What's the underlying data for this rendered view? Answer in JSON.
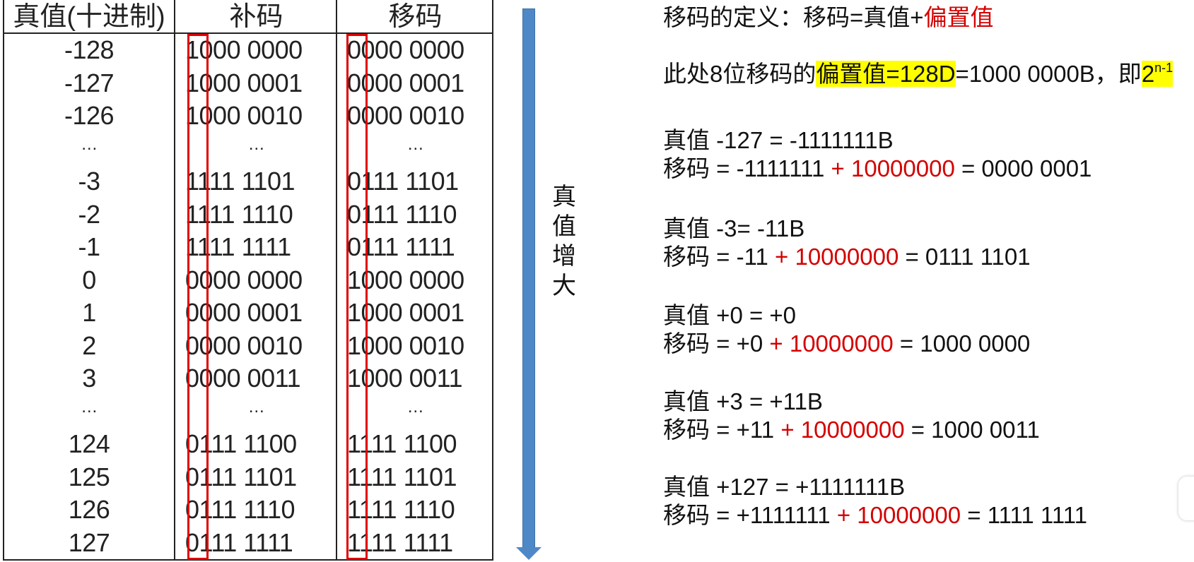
{
  "table": {
    "headers": [
      "真值(十进制)",
      "补码",
      "移码"
    ],
    "rows": [
      {
        "value": "-128",
        "complement": "1000 0000",
        "biased": "0000 0000"
      },
      {
        "value": "-127",
        "complement": "1000 0001",
        "biased": "0000 0001"
      },
      {
        "value": "-126",
        "complement": "1000 0010",
        "biased": "0000 0010"
      },
      {
        "value": "…",
        "complement": "…",
        "biased": "…"
      },
      {
        "value": "-3",
        "complement": "1111 1101",
        "biased": "0111 1101"
      },
      {
        "value": "-2",
        "complement": "1111 1110",
        "biased": "0111 1110"
      },
      {
        "value": "-1",
        "complement": "1111 1111",
        "biased": "0111 1111"
      },
      {
        "value": "0",
        "complement": "0000 0000",
        "biased": "1000 0000"
      },
      {
        "value": "1",
        "complement": "0000 0001",
        "biased": "1000 0001"
      },
      {
        "value": "2",
        "complement": "0000 0010",
        "biased": "1000 0010"
      },
      {
        "value": "3",
        "complement": "0000 0011",
        "biased": "1000 0011"
      },
      {
        "value": "…",
        "complement": "…",
        "biased": "…"
      },
      {
        "value": "124",
        "complement": "0111 1100",
        "biased": "1111 1100"
      },
      {
        "value": "125",
        "complement": "0111 1101",
        "biased": "1111 1101"
      },
      {
        "value": "126",
        "complement": "0111 1110",
        "biased": "1111 1110"
      },
      {
        "value": "127",
        "complement": "0111 1111",
        "biased": "1111 1111"
      }
    ]
  },
  "arrow": {
    "label_chars": [
      "真",
      "值",
      "增",
      "大"
    ],
    "color": "#4f88c6"
  },
  "notes": {
    "definition": {
      "prefix": "移码的定义：移码=真值+",
      "highlight": "偏置值"
    },
    "bias": {
      "prefix": "此处8位移码的",
      "highlight": "偏置值=128D",
      "middle": "=1000 0000B，即",
      "power_base": "2",
      "power_exp": "n-1"
    },
    "examples": [
      {
        "true_line": "真值 -127 = -1111111B",
        "code_prefix": "移码 = -1111111 ",
        "plus": "+ 10000000",
        "code_suffix": " = 0000 0001"
      },
      {
        "true_line": "真值 -3= -11B",
        "code_prefix": "移码 = -11 ",
        "plus": "+ 10000000",
        "code_suffix": " = 0111 1101"
      },
      {
        "true_line": "真值 +0 = +0",
        "code_prefix": "移码 = +0 ",
        "plus": "+ 10000000",
        "code_suffix": " = 1000 0000"
      },
      {
        "true_line": "真值 +3 = +11B",
        "code_prefix": "移码 = +11 ",
        "plus": "+ 10000000",
        "code_suffix": " = 1000 0011"
      },
      {
        "true_line": "真值 +127 = +1111111B",
        "code_prefix": "移码 = +1111111 ",
        "plus": "+ 10000000",
        "code_suffix": " = 1111 1111"
      }
    ],
    "colors": {
      "accent_red": "#d40000",
      "highlight_yellow": "#ffff00"
    }
  }
}
